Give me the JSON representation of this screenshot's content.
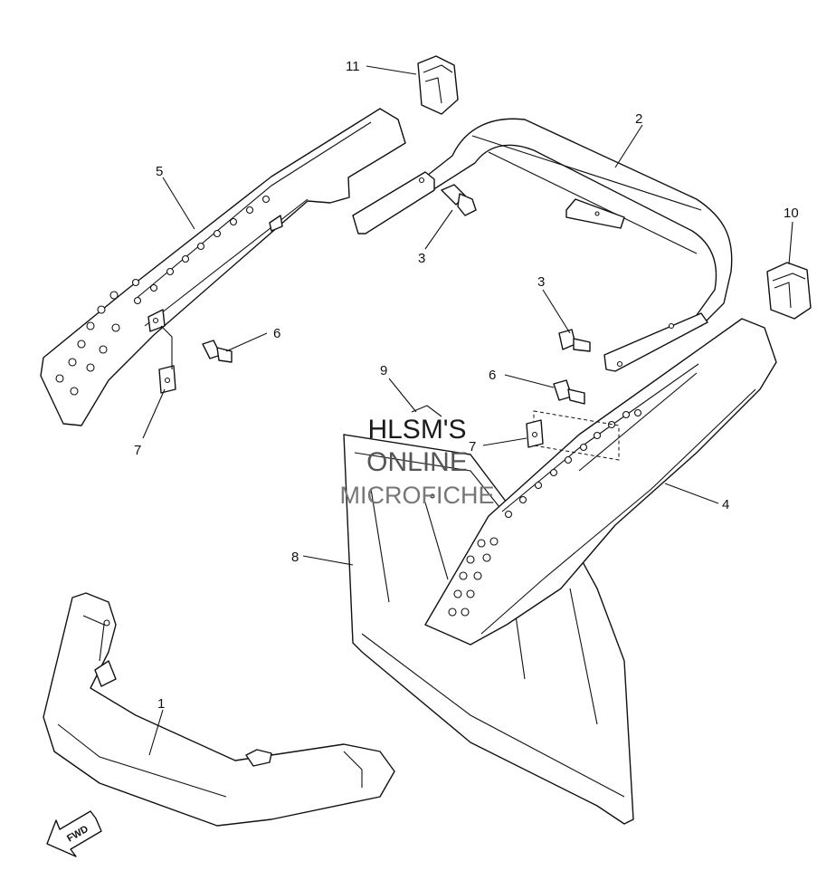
{
  "callouts": {
    "c1": "1",
    "c2": "2",
    "c3a": "3",
    "c3b": "3",
    "c4": "4",
    "c5": "5",
    "c6a": "6",
    "c6b": "6",
    "c7a": "7",
    "c7b": "7",
    "c8": "8",
    "c9": "9",
    "c10": "10",
    "c11": "11"
  },
  "watermark": {
    "line1": "HLSM'S",
    "line2": "ONLINE",
    "line3": "MICROFICHE"
  },
  "fwd_label": "FWD"
}
